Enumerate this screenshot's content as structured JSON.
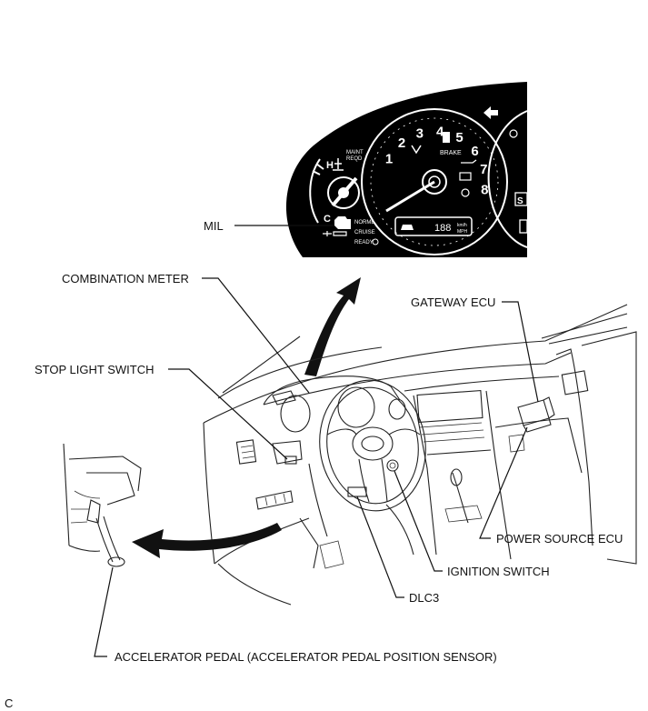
{
  "labels": {
    "mil": "MIL",
    "combination_meter": "COMBINATION METER",
    "gateway_ecu": "GATEWAY ECU",
    "stop_light_switch": "STOP LIGHT SWITCH",
    "power_source_ecu": "POWER SOURCE ECU",
    "ignition_switch": "IGNITION SWITCH",
    "dlc3": "DLC3",
    "accelerator_pedal": "ACCELERATOR PEDAL (ACCELERATOR PEDAL POSITION SENSOR)"
  },
  "meter": {
    "tach_numbers": [
      "1",
      "2",
      "3",
      "4",
      "5",
      "6",
      "7",
      "8"
    ],
    "gauge_h": "H",
    "gauge_c": "C",
    "maint_line1": "MAINT",
    "maint_line2": "REQD",
    "brake": "BRAKE",
    "mode_normal": "NORML",
    "mode_cruise": "CRUISE",
    "mode_ready": "READY",
    "odometer": "188",
    "speed_unit1": "km/h",
    "speed_unit2": "MPH",
    "right_s": "S"
  },
  "corner_mark": "C"
}
